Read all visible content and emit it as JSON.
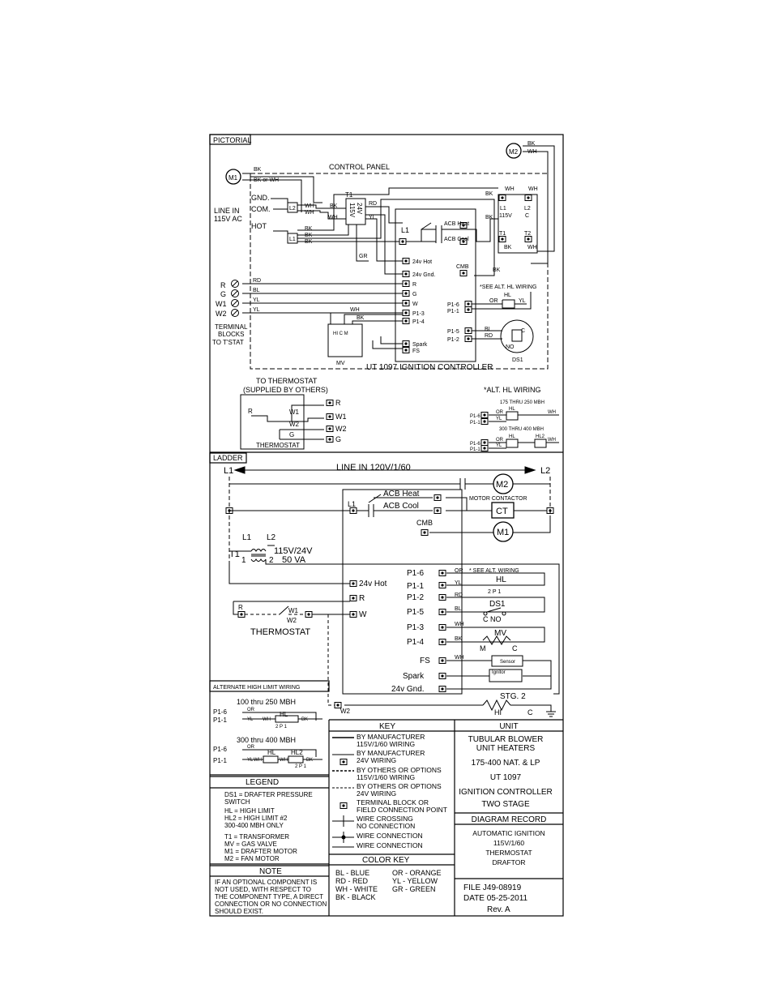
{
  "pictorial": {
    "section_label": "PICTORIAL",
    "control_panel": "CONTROL PANEL",
    "m1": "M1",
    "m2": "M2",
    "bk": "BK",
    "wh": "WH",
    "bk_or_wh": "BK or WH",
    "line_in": "LINE IN",
    "line_in_v": "115V AC",
    "gnd": "GND.",
    "com": "COM.",
    "hot": "HOT",
    "t1": "T1",
    "v24": "24V",
    "v115": "115V",
    "rd": "RD",
    "yl": "YL",
    "bl": "BL",
    "or": "OR",
    "gr": "GR",
    "l1": "L1",
    "l2": "L2",
    "t2": "T2",
    "c": "C",
    "acb_heat": "ACB Heat",
    "acb_cool": "ACB Cool",
    "v24_hot": "24v Hot",
    "v24_gnd": "24v Gnd.",
    "cmb": "CMB",
    "r": "R",
    "g": "G",
    "w": "W",
    "p13": "P1-3",
    "p14": "P1-4",
    "p16": "P1-6",
    "p11": "P1-1",
    "p15": "P1-5",
    "p12": "P1-2",
    "spark": "Spark",
    "fs": "FS",
    "see_alt": "*SEE ALT. HL WIRING",
    "hl": "HL",
    "hl2": "HL2",
    "no": "NO",
    "ds1": "DS1",
    "mv": "MV",
    "hicm": "HI C M",
    "controller": "UT 1097 IGNITION CONTROLLER",
    "terminals": [
      "R",
      "G",
      "W1",
      "W2"
    ],
    "terminal_blocks_1": "TERMINAL",
    "terminal_blocks_2": "BLOCKS",
    "terminal_blocks_3": "TO T'STAT",
    "to_thermostat_1": "TO THERMOSTAT",
    "to_thermostat_2": "(SUPPLIED BY OTHERS)",
    "thermostat": "THERMOSTAT",
    "w1": "W1",
    "w2": "W2",
    "alt_hl_title": "*ALT. HL WIRING",
    "alt_175": "175 THRU 250 MBH",
    "alt_300": "300 THRU 400 MBH"
  },
  "ladder": {
    "section_label": "LADDER",
    "l1": "L1",
    "l2": "L2",
    "line_in": "LINE IN 120V/1/60",
    "m2": "M2",
    "m1": "M1",
    "ct": "CT",
    "motor_contactor": "MOTOR CONTACTOR",
    "acb_heat": "ACB Heat",
    "acb_cool": "ACB Cool",
    "cmb": "CMB",
    "t1": "T1",
    "xfmr_1": "115V/24V",
    "xfmr_2": "50 VA",
    "one": "1",
    "two": "2",
    "v24_hot": "24v Hot",
    "r": "R",
    "w": "W",
    "w1": "W1",
    "w2": "W2",
    "thermostat": "THERMOSTAT",
    "p16": "P1-6",
    "p11": "P1-1",
    "p12": "P1-2",
    "p15": "P1-5",
    "p13": "P1-3",
    "p14": "P1-4",
    "fs": "FS",
    "spark": "Spark",
    "v24_gnd": "24v Gnd.",
    "or": "OR",
    "yl": "YL",
    "rd": "RD",
    "bl": "BL",
    "wh": "WH",
    "bk": "BK",
    "see_alt": "* SEE ALT. WIRING",
    "hl": "HL",
    "hl_pins": "2  P  1",
    "ds1": "DS1",
    "c_no": "C     NO",
    "mv": "MV",
    "m": "M",
    "c": "C",
    "sensor": "Sensor",
    "ignitor": "Ignitor",
    "stg2": "STG. 2",
    "hi": "HI"
  },
  "alternate": {
    "title": "ALTERNATE HIGH LIMIT WIRING",
    "r100": "100 thru 250 MBH",
    "r300": "300 thru 400 MBH",
    "p16": "P1-6",
    "p11": "P1-1",
    "or": "OR",
    "yl": "YL",
    "wh": "WH",
    "bk": "BK",
    "hl": "HL",
    "hl2": "HL2",
    "pins": "2  P 1"
  },
  "legend": {
    "title": "LEGEND",
    "lines": [
      "DS1 = DRAFTER PRESSURE",
      "        SWITCH",
      "HL = HIGH LIMIT",
      "HL2 = HIGH LIMIT #2",
      "        300-400 MBH ONLY",
      "T1  = TRANSFORMER",
      "MV  = GAS VALVE",
      "M1  = DRAFTER MOTOR",
      "M2  = FAN MOTOR"
    ]
  },
  "note": {
    "title": "NOTE",
    "lines": [
      "IF AN OPTIONAL COMPONENT IS",
      "NOT USED, WITH RESPECT TO",
      "THE COMPONENT TYPE, A DIRECT",
      "CONNECTION OR NO CONNECTION",
      "SHOULD EXIST."
    ]
  },
  "key": {
    "title": "KEY",
    "items": [
      [
        "BY MANUFACTURER",
        "115V/1/60 WIRING"
      ],
      [
        "BY MANUFACTURER",
        "24V WIRING"
      ],
      [
        "BY OTHERS OR OPTIONS",
        "115V/1/60 WIRING"
      ],
      [
        "BY OTHERS OR OPTIONS",
        "24V WIRING"
      ],
      [
        "TERMINAL BLOCK OR",
        "FIELD CONNECTION POINT"
      ],
      [
        "WIRE CROSSING",
        "NO CONNECTION"
      ],
      [
        "WIRE CONNECTION"
      ],
      [
        "WIRE CONNECTION"
      ]
    ]
  },
  "color_key": {
    "title": "COLOR KEY",
    "left": [
      "BL  -  BLUE",
      "RD  -  RED",
      "WH  -  WHITE",
      "BK  -  BLACK"
    ],
    "right": [
      "OR  -  ORANGE",
      "YL  -  YELLOW",
      "GR  -  GREEN"
    ]
  },
  "unit": {
    "title": "UNIT",
    "lines": [
      "TUBULAR BLOWER",
      "UNIT HEATERS",
      "175-400 NAT. & LP",
      "UT 1097",
      "IGNITION CONTROLLER",
      "TWO STAGE"
    ]
  },
  "diagram_record": {
    "title": "DIAGRAM RECORD",
    "lines": [
      "AUTOMATIC   IGNITION",
      "115V/1/60",
      "THERMOSTAT",
      "DRAFTOR"
    ]
  },
  "file_info": {
    "file": "FILE   J49-08919",
    "date": "DATE   05-25-2011",
    "rev": "Rev. A"
  }
}
